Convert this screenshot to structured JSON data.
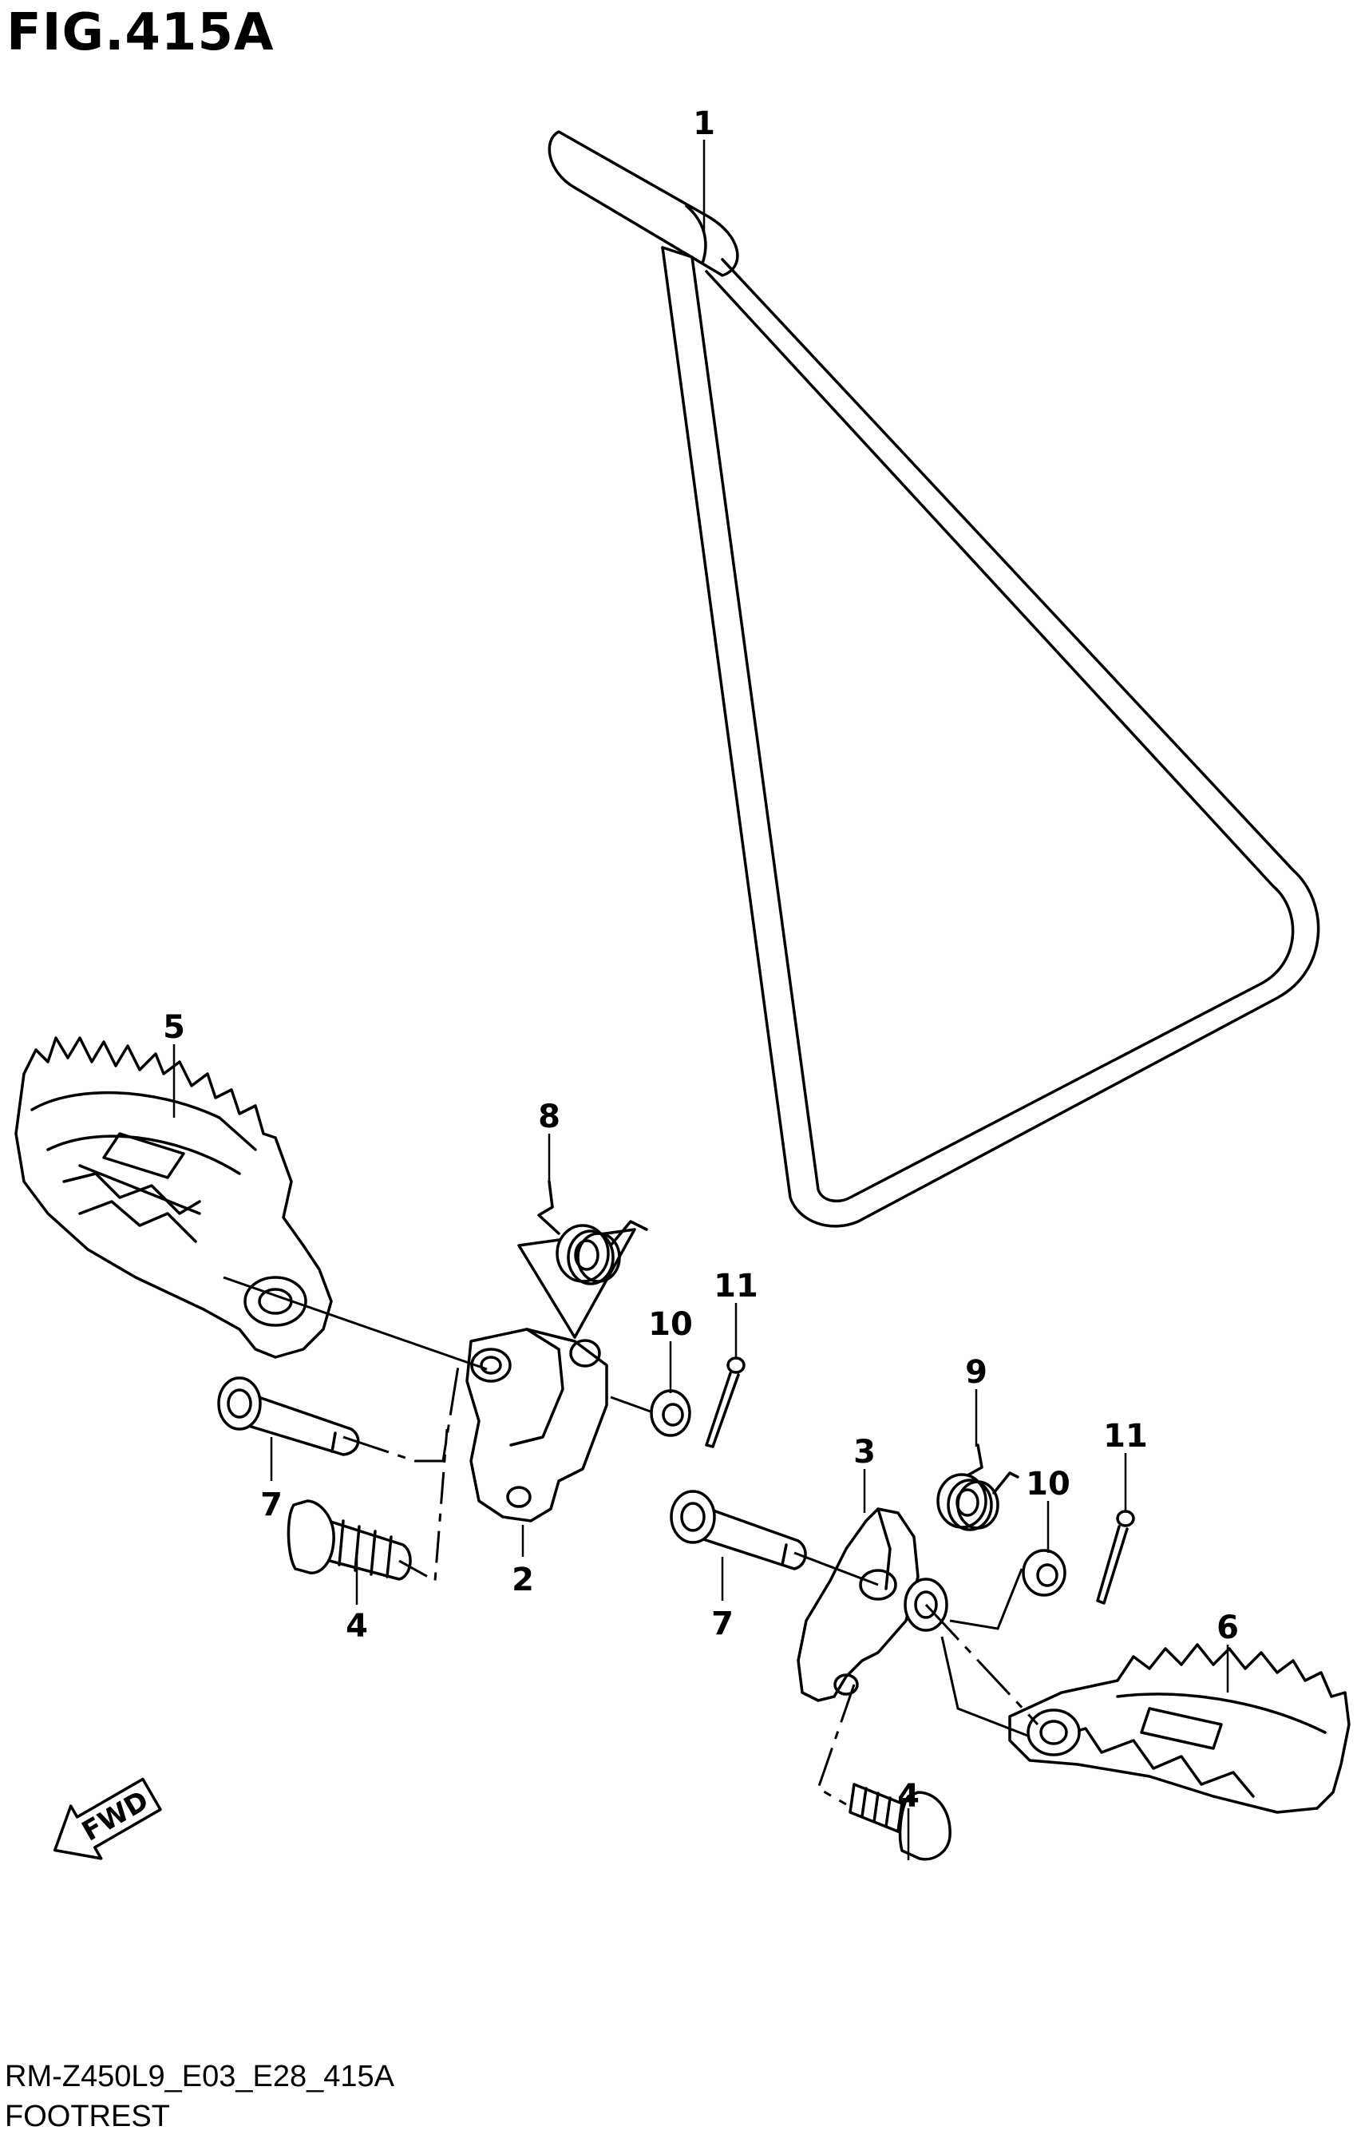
{
  "figure": {
    "title": "FIG.415A",
    "code": "RM-Z450L9_E03_E28_415A",
    "name": "FOOTREST"
  },
  "direction_arrow": {
    "label": "FWD"
  },
  "callouts": [
    {
      "id": "c1",
      "text": "1"
    },
    {
      "id": "c2",
      "text": "2"
    },
    {
      "id": "c3",
      "text": "3"
    },
    {
      "id": "c4a",
      "text": "4"
    },
    {
      "id": "c4b",
      "text": "4"
    },
    {
      "id": "c5",
      "text": "5"
    },
    {
      "id": "c6",
      "text": "6"
    },
    {
      "id": "c7a",
      "text": "7"
    },
    {
      "id": "c7b",
      "text": "7"
    },
    {
      "id": "c8",
      "text": "8"
    },
    {
      "id": "c9",
      "text": "9"
    },
    {
      "id": "c10a",
      "text": "10"
    },
    {
      "id": "c10b",
      "text": "10"
    },
    {
      "id": "c11a",
      "text": "11"
    },
    {
      "id": "c11b",
      "text": "11"
    }
  ]
}
